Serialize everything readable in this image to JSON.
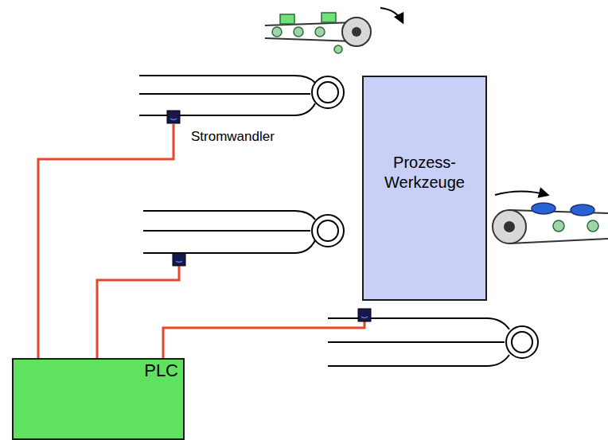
{
  "diagram": {
    "nodes": [
      {
        "text": [
          "Prozess- Werkzeuge"
        ]
      },
      {
        "text": [
          "PLC"
        ]
      }
    ],
    "labels": [
      "Stromwandler"
    ]
  }
}
